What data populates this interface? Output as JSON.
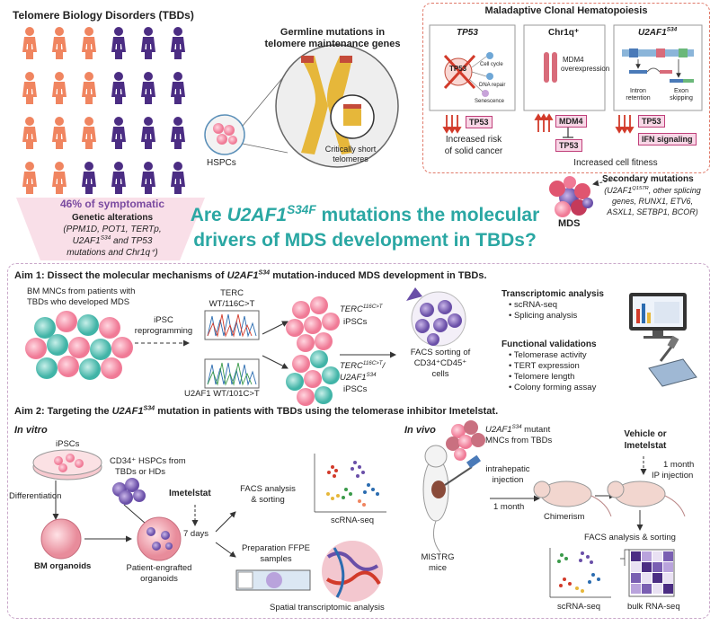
{
  "tbd": {
    "title": "Telomere Biology Disorders (TBDs)",
    "percent": "46% of symptomatic",
    "alterations_title": "Genetic alterations",
    "alterations_line1": "(PPM1D, POT1, TERTp,",
    "alterations_line2_a": "U2AF1",
    "alterations_line2_sup": "S34",
    "alterations_line2_b": " and TP53",
    "alterations_line3": "mutations and Chr1q⁺)"
  },
  "germline": {
    "title_line1": "Germline mutations in",
    "title_line2": "telomere maintenance genes",
    "telomere_label_line1": "Critically short",
    "telomere_label_line2": "telomeres",
    "hspc_label": "HSPCs"
  },
  "clonal": {
    "title": "Maladaptive Clonal Hematopoiesis",
    "tp53": {
      "title": "TP53",
      "labels": [
        "Cell cycle",
        "DNA repair",
        "Senescence"
      ],
      "crossed": "TP53",
      "badge": "TP53",
      "outcome_line1": "Increased risk",
      "outcome_line2": "of solid cancer"
    },
    "chr1q": {
      "title": "Chr1q⁺",
      "label_line1": "MDM4",
      "label_line2": "overexpression",
      "badge1": "MDM4",
      "badge2": "TP53"
    },
    "u2af1": {
      "title": "U2AF1",
      "title_sup": "S34",
      "label1_line1": "Intron",
      "label1_line2": "retention",
      "label2_line1": "Exon",
      "label2_line2": "skipping",
      "badge1": "TP53",
      "badge2": "IFN signaling"
    },
    "fitness": "Increased cell fitness"
  },
  "secondary": {
    "title": "Secondary mutations",
    "line1_a": "(U2AF1",
    "line1_sup": "Q157R",
    "line1_b": ", other splicing",
    "line2": "genes, RUNX1, ETV6,",
    "line3": "ASXL1, SETBP1, BCOR)",
    "mds": "MDS"
  },
  "question": {
    "line1_a": "Are ",
    "line1_gene": "U2AF1",
    "line1_sup": "S34F",
    "line1_b": " mutations the molecular",
    "line2": "drivers of MDS development in TBDs?"
  },
  "aim1": {
    "title_a": "Aim 1: Dissect the molecular mechanisms of ",
    "title_gene": "U2AF1",
    "title_sup": "S34",
    "title_b": " mutation-induced MDS development in TBDs.",
    "bm_line1": "BM MNCs from patients with",
    "bm_line2": "TBDs who developed MDS",
    "ipsc_line1": "iPSC",
    "ipsc_line2": "reprogramming",
    "terc_line1": "TERC",
    "terc_line2": "WT/116C>T",
    "u2af1_wt": "U2AF1 WT/101C>T",
    "ipsc1_line1": "TERC",
    "ipsc1_sup": "116C>T",
    "ipsc1_line2": "iPSCs",
    "ipsc2_line1": "TERC",
    "ipsc2_sup": "116C>T",
    "ipsc2_slash": "/",
    "ipsc2_line2": "U2AF1",
    "ipsc2_sup2": "S34",
    "ipsc2_line3": "iPSCs",
    "facs_line1": "FACS sorting of",
    "facs_line2": "CD34⁺CD45⁺",
    "facs_line3": "cells",
    "transcriptomic_title": "Transcriptomic analysis",
    "transcriptomic_items": [
      "scRNA-seq",
      "Splicing analysis"
    ],
    "functional_title": "Functional validations",
    "functional_items": [
      "Telomerase activity",
      "TERT expression",
      "Telomere length",
      "Colony forming assay"
    ]
  },
  "aim2": {
    "title_a": "Aim 2: Targeting the ",
    "title_gene": "U2AF1",
    "title_sup": "S34",
    "title_b": " mutation in patients with TBDs using the telomerase inhibitor Imetelstat.",
    "in_vitro": "In vitro",
    "ipscs": "iPSCs",
    "cd34_line1": "CD34⁺ HSPCs from",
    "cd34_line2": "TBDs or HDs",
    "differentiation": "Differentiation",
    "imetelstat": "Imetelstat",
    "days": "7 days",
    "facs_line1": "FACS analysis",
    "facs_line2": "& sorting",
    "scrna": "scRNA-seq",
    "bm_organoids": "BM organoids",
    "engrafted_line1": "Patient-engrafted",
    "engrafted_line2": "organoids",
    "ffpe_line1": "Preparation FFPE",
    "ffpe_line2": "samples",
    "spatial": "Spatial transcriptomic analysis",
    "in_vivo": "In vivo",
    "mutant_line1_gene": "U2AF1",
    "mutant_line1_sup": "S34",
    "mutant_line1_b": " mutant",
    "mutant_line2": "MNCs from TBDs",
    "injection_line1": "intrahepatic",
    "injection_line2": "injection",
    "one_month": "1 month",
    "mistrg_line1": "MISTRG",
    "mistrg_line2": "mice",
    "chimerism": "Chimerism",
    "vehicle_line1": "Vehicle or",
    "vehicle_line2": "Imetelstat",
    "ip_line1": "1 month",
    "ip_line2": "IP injection",
    "facs2": "FACS analysis & sorting",
    "scrna2": "scRNA-seq",
    "bulk": "bulk RNA-seq"
  },
  "colors": {
    "orange_person": "#f08560",
    "purple_person": "#4b2d83",
    "teal": "#2aa7a3",
    "red_arrow": "#d23a2a",
    "pink_badge": "#f8d6e6"
  }
}
